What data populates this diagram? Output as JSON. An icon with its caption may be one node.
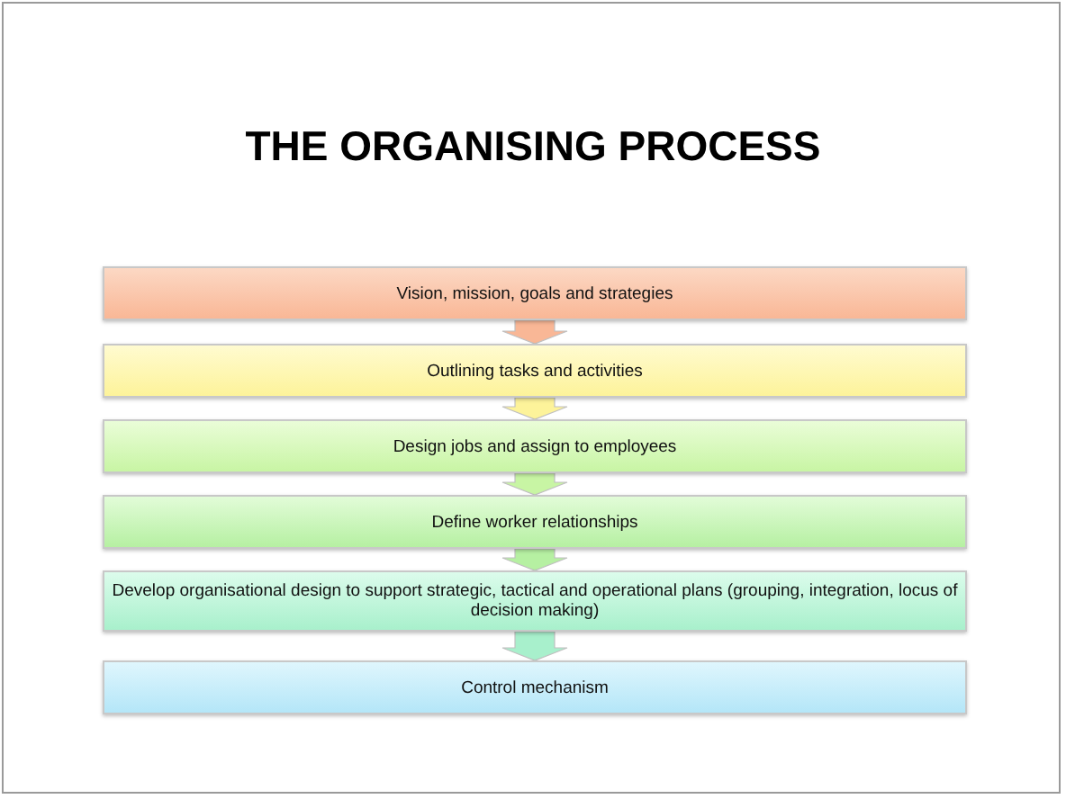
{
  "diagram": {
    "title": "THE ORGANISING PROCESS",
    "nodes": [
      {
        "text": [
          "Vision, mission, goals and strategies"
        ]
      },
      {
        "text": [
          "Outlining tasks and activities"
        ]
      },
      {
        "text": [
          "Design jobs and assign to employees"
        ]
      },
      {
        "text": [
          "Define worker relationships"
        ]
      },
      {
        "text": [
          "Develop organisational design to support strategic, tactical and operational plans (grouping, integration, locus of decision making)"
        ]
      },
      {
        "text": [
          "Control mechanism"
        ]
      }
    ],
    "edges": [
      {
        "from": 0,
        "to": 1,
        "arrow": "to"
      },
      {
        "from": 1,
        "to": 2,
        "arrow": "to"
      },
      {
        "from": 2,
        "to": 3,
        "arrow": "to"
      },
      {
        "from": 3,
        "to": 4,
        "arrow": "to"
      },
      {
        "from": 4,
        "to": 5,
        "arrow": "to"
      }
    ]
  }
}
